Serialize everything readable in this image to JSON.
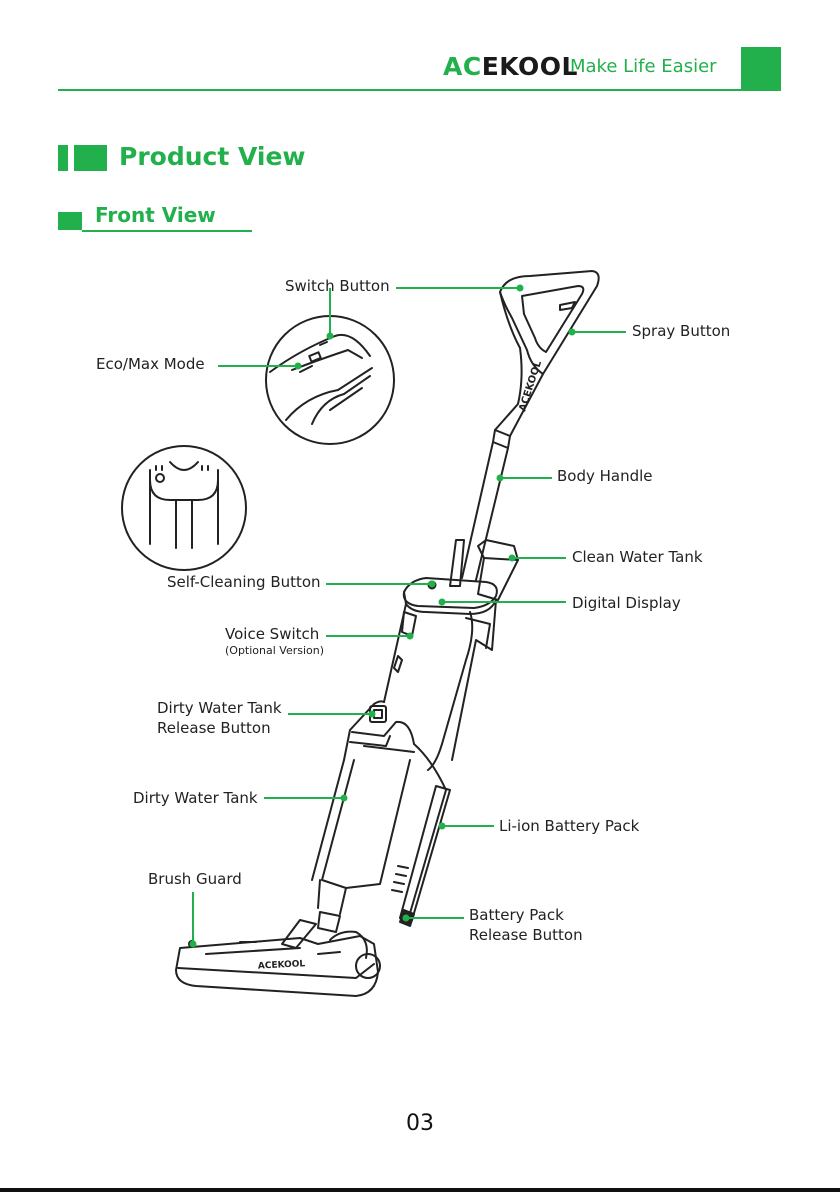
{
  "header": {
    "brand_part1": "AC",
    "brand_part2": "EKOOL",
    "tagline": "Make Life Easier"
  },
  "section": {
    "title": "Product View",
    "subtitle": "Front View"
  },
  "diagram_logo": "ACEKOOL",
  "callouts": {
    "switch_button": "Switch Button",
    "spray_button": "Spray Button",
    "eco_max_mode": "Eco/Max Mode",
    "body_handle": "Body Handle",
    "clean_water_tank": "Clean Water Tank",
    "self_cleaning_button": "Self-Cleaning Button",
    "digital_display": "Digital Display",
    "voice_switch": "Voice Switch",
    "voice_switch_note": "(Optional Version)",
    "dirty_water_tank_release_line1": "Dirty Water Tank",
    "dirty_water_tank_release_line2": "Release Button",
    "dirty_water_tank": "Dirty Water Tank",
    "li_ion_battery_pack": "Li-ion Battery Pack",
    "brush_guard": "Brush Guard",
    "battery_release_line1": "Battery Pack",
    "battery_release_line2": "Release Button"
  },
  "colors": {
    "accent": "#21b04b",
    "line": "#222222"
  },
  "page_number": "03"
}
